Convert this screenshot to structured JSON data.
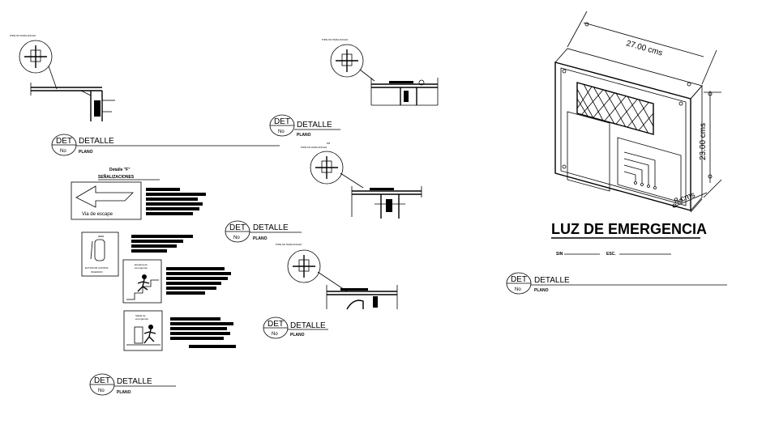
{
  "details": [
    {
      "det": "DET",
      "label": "DETALLE",
      "no": "No",
      "plano": "PLANO"
    },
    {
      "det": "DET",
      "label": "DETALLE",
      "no": "No",
      "plano": "PLANO"
    },
    {
      "det": "DET",
      "label": "DETALLE",
      "no": "No",
      "plano": "PLANO"
    },
    {
      "det": "DET",
      "label": "DETALLE",
      "no": "No",
      "plano": "PLANO"
    },
    {
      "det": "DET",
      "label": "DETALLE",
      "no": "No",
      "plano": "PLANO"
    },
    {
      "det": "DET",
      "label": "DETALLE",
      "no": "No",
      "plano": "PLANO"
    }
  ],
  "senalizaciones": {
    "title1": "Detalle \"F\"",
    "title2": "SEÑALIZACIONES",
    "arrow_caption": "Via de escape",
    "extinguisher_caption1": "EXTINTOR CONTRA",
    "extinguisher_caption2": "INCENDIO",
    "stairs_caption1": "Escalera de",
    "stairs_caption2": "emergencia",
    "exit_caption1": "Salida de",
    "exit_caption2": "emergencia"
  },
  "fig_number": "5/8",
  "luz": {
    "title": "LUZ DE EMERGENCIA",
    "sin_label": "SIN",
    "esc_label": "ESC.",
    "dim_width": "27.00 cms",
    "dim_height": "23.00 cms",
    "dim_depth": "8 cms"
  }
}
